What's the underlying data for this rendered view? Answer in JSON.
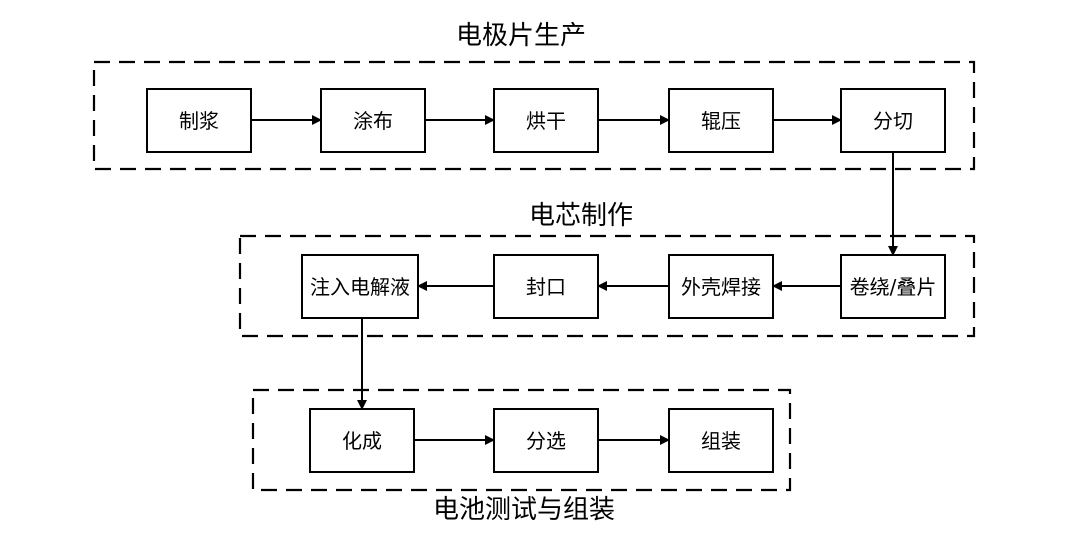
{
  "groups": {
    "electrode": {
      "title": "电极片生产"
    },
    "cell": {
      "title": "电芯制作"
    },
    "test": {
      "title": "电池测试与组装"
    }
  },
  "steps": {
    "mixing": "制浆",
    "coating": "涂布",
    "drying": "烘干",
    "rolling": "辊压",
    "slitting": "分切",
    "winding": "卷绕/叠片",
    "welding": "外壳焊接",
    "sealing": "封口",
    "filling": "注入电解液",
    "formation": "化成",
    "sorting": "分选",
    "assembly": "组装"
  }
}
